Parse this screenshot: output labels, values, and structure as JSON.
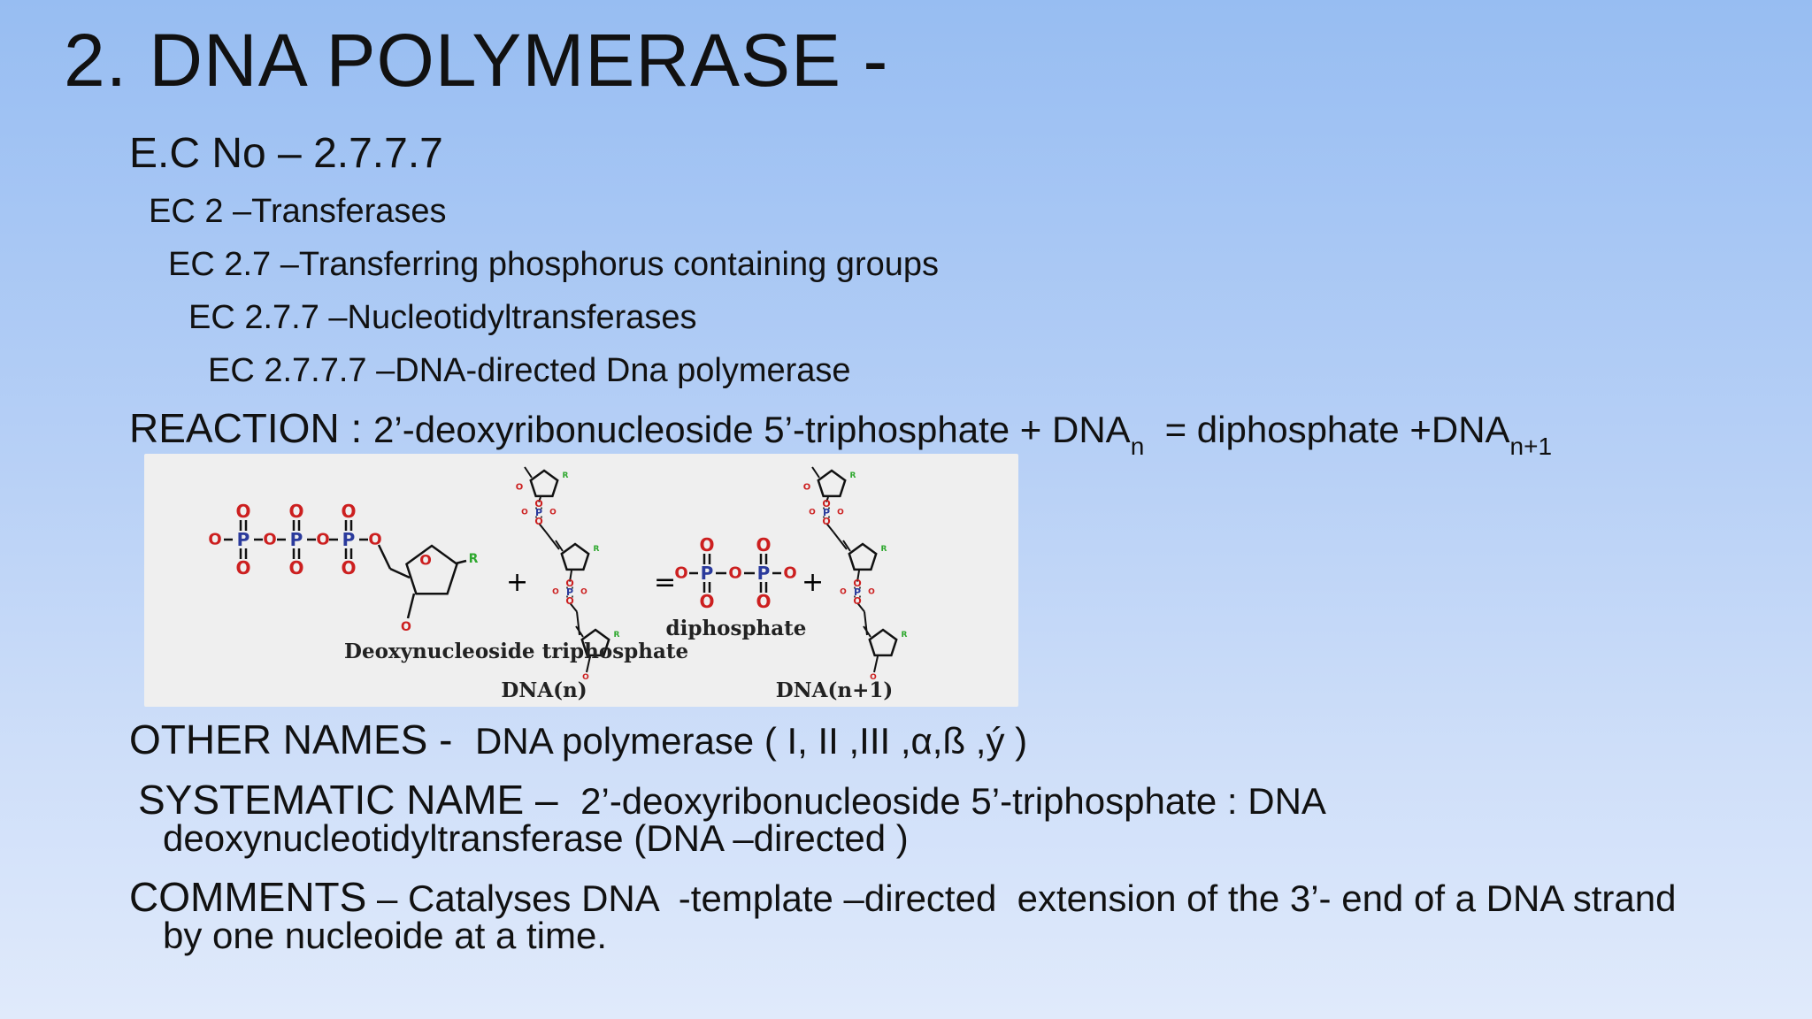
{
  "title": "2. DNA POLYMERASE -",
  "ec": {
    "number": "E.C No – 2.7.7.7",
    "hierarchy": [
      "EC 2 –Transferases",
      "EC 2.7 –Transferring phosphorus containing groups",
      "EC 2.7.7 –Nucleotidyltransferases",
      "EC 2.7.7.7 –DNA-directed Dna polymerase"
    ]
  },
  "reaction": {
    "label": "REACTION : ",
    "text_part1": "2’-deoxyribonucleoside 5’-triphosphate + DNA",
    "sub1": "n",
    "text_part2": "  = diphosphate +DNA",
    "sub2": "n+1"
  },
  "figure": {
    "labels": {
      "substrate": "Deoxynucleoside triphosphate",
      "dna_n": "DNA(n)",
      "diphosphate": "diphosphate",
      "dna_n1": "DNA(n+1)"
    },
    "operators": {
      "plus": "+",
      "equals": "="
    },
    "atoms": {
      "oxygen": "O",
      "phosphorus": "P",
      "base": "R"
    },
    "colors": {
      "oxygen": "#cc1f1f",
      "phosphorus": "#2a3a9c",
      "base": "#2ea82e",
      "bond": "#111111"
    }
  },
  "other_names": {
    "label": "OTHER NAMES -  ",
    "value": "DNA polymerase ( I, II ,III ,α,ß ,ý )"
  },
  "systematic_name": {
    "label": "SYSTEMATIC NAME –  ",
    "value_line1": "2’-deoxyribonucleoside 5’-triphosphate : DNA",
    "value_line2": "deoxynucleotidyltransferase (DNA –directed )"
  },
  "comments": {
    "label": "COMMENTS",
    "value_line1": " – Catalyses DNA  -template –directed  extension of the 3’- end of a DNA strand",
    "value_line2": "by one nucleoide at a time."
  }
}
